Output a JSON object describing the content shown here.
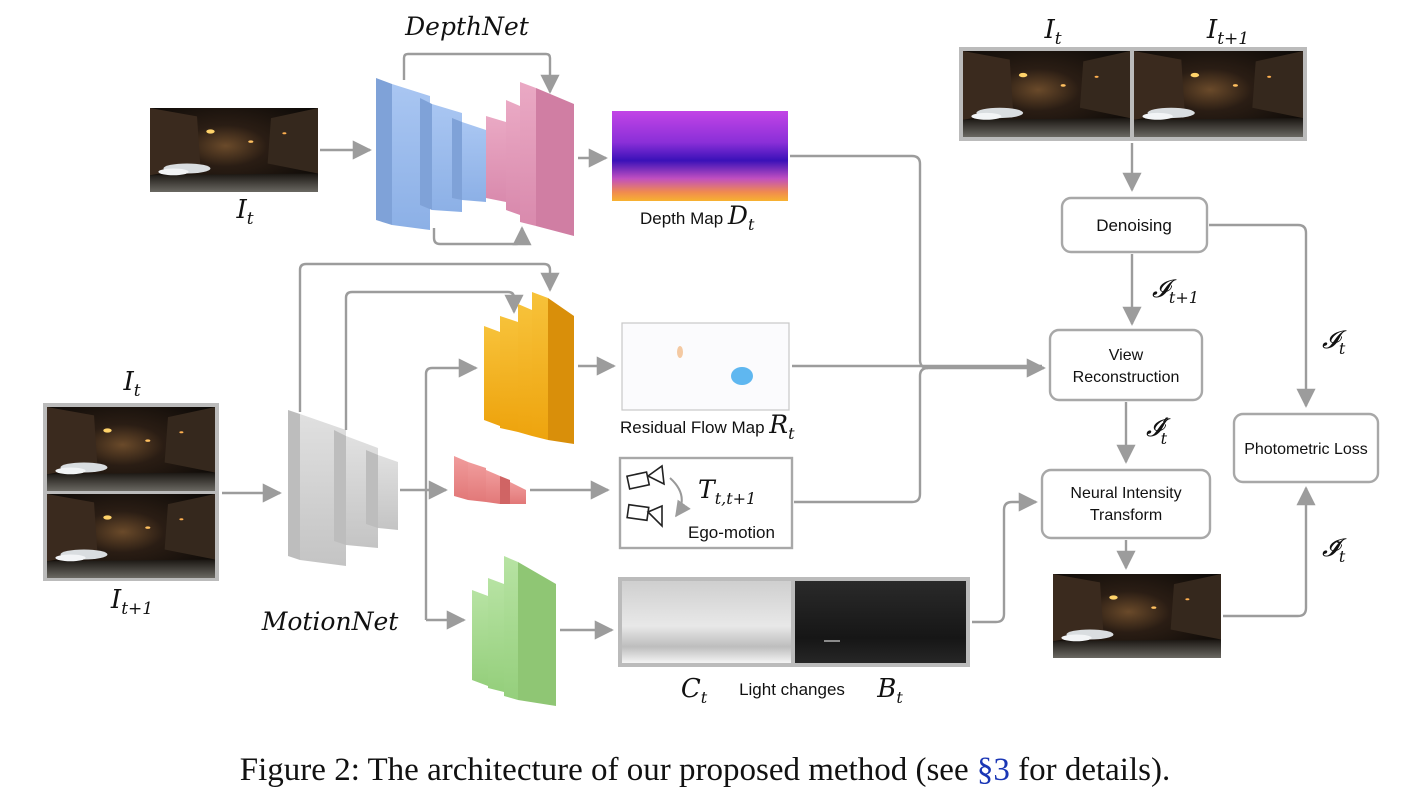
{
  "diagram": {
    "depthnet_label": "DepthNet",
    "motionnet_label": "MotionNet",
    "input_depth_label": "I",
    "input_depth_sub": "t",
    "input_motion_top_label": "I",
    "input_motion_top_sub": "t",
    "input_motion_bottom_label": "I",
    "input_motion_bottom_sub": "t+1",
    "pair_left_label": "I",
    "pair_left_sub": "t",
    "pair_right_label": "I",
    "pair_right_sub": "t+1",
    "depth_map_text": "Depth Map ",
    "depth_map_math": "D",
    "depth_map_sub": "t",
    "residual_flow_text": "Residual Flow Map ",
    "residual_flow_math": "R",
    "residual_flow_sub": "t",
    "ego_math": "T",
    "ego_sub": "t,t+1",
    "ego_text": "Ego-motion",
    "light_c_math": "C",
    "light_c_sub": "t",
    "light_text": "Light changes",
    "light_b_math": "B",
    "light_b_sub": "t",
    "denoising_label": "Denoising",
    "view_recon_line1": "View",
    "view_recon_line2": "Reconstruction",
    "neural_line1": "Neural Intensity",
    "neural_line2": "Transform",
    "photometric_label": "Photometric Loss",
    "edge_denoise_to_view": "𝓘",
    "edge_denoise_to_view_sub": "t+1",
    "edge_denoise_to_loss": "𝓘",
    "edge_denoise_to_loss_sub": "t",
    "edge_view_to_neural": "𝓘′",
    "edge_view_to_neural_sub": "t",
    "edge_output_to_loss": "𝓘̃",
    "edge_output_to_loss_sub": "t"
  },
  "caption": {
    "prefix": "Figure 2: The architecture of our proposed method (see ",
    "ref": "§3",
    "suffix": " for details)."
  },
  "colors": {
    "depth_encoder": "#9dbcec",
    "depth_decoder": "#e39ab8",
    "motion_encoder": "#d0d0d0",
    "flow_decoder": "#f3b21b",
    "ego_decoder": "#ec8a8a",
    "light_decoder": "#a6d88f",
    "arrow": "#9c9c9c"
  }
}
